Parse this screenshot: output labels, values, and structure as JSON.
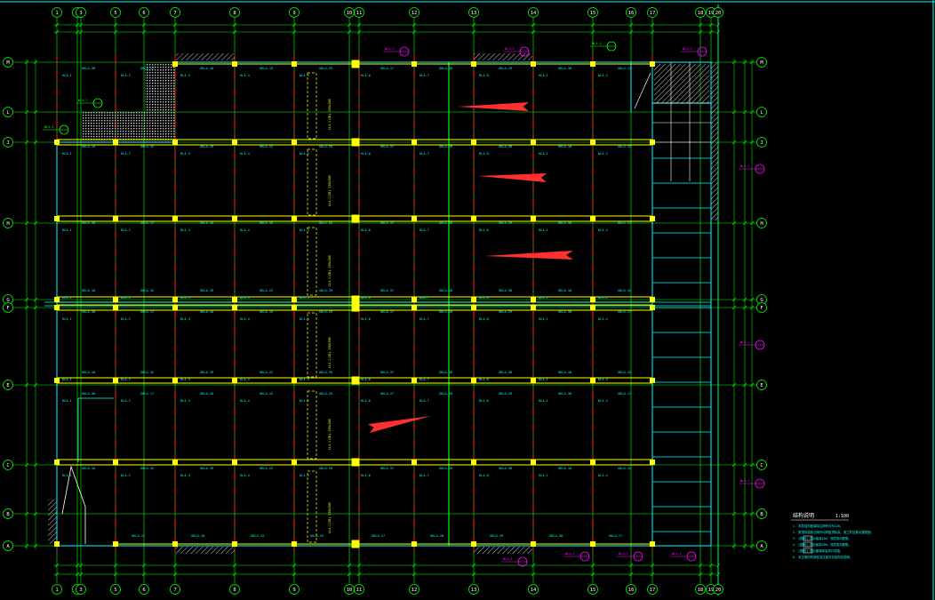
{
  "drawing": {
    "colors": {
      "background": "#000000",
      "axis_line": "#00ff00",
      "column_line": "#ff2020",
      "beam": "#ffff00",
      "column": "#ffff00",
      "frame": "#00ffff",
      "beam_tag": "#00ffff",
      "tag_pink": "#ff00ff",
      "arrow": "#ff3030",
      "bubble_text": "#ffffff",
      "hatch": "#c8c8c8"
    },
    "x_axis_labels": [
      "1",
      "2",
      "3",
      "5",
      "6",
      "7",
      "8",
      "9",
      "10",
      "11",
      "12",
      "13",
      "14",
      "15",
      "16",
      "17",
      "18",
      "19",
      "20"
    ],
    "y_axis_labels": [
      "M",
      "L",
      "J",
      "H",
      "G",
      "F",
      "E",
      "C",
      "B",
      "A"
    ],
    "beam_tags_top": [
      "GKL4-30",
      "GKL4-17",
      "GKL4-16",
      "GKL4-15",
      "GKL4-25",
      "GKL4-17",
      "GKL4-20",
      "GKL4-29"
    ],
    "beam_tags_alt": [
      "GKL4-18",
      "GKL4-32",
      "GKL4-19",
      "GKL4-22",
      "GKL4-35",
      "GKL4-37",
      "GKL4-28",
      "GKL4-36"
    ],
    "beam_tags_left": [
      "KL4-1",
      "KL4-2",
      "KL4-3",
      "KL4-4",
      "KL4-5",
      "KL4-6",
      "KL4-7",
      "KL4-8"
    ],
    "stair_label": "LL4-1(2B)  250x500",
    "section_tag": "WL4-1",
    "notes": {
      "title": "结构说明",
      "scale": "1:100",
      "lines": [
        "1. 本层结构板厚除注明外均为120。",
        "2. 梁顶标高除注明外均同板顶标高，施工时应核对建筑图。",
        "3. [图例] 表示板厚150，双层双向配筋。",
        "4. [图例] 表示板厚200，双层双向配筋。",
        "5. [图例] 表示楼梯间及洞口范围。",
        "6. 未注明的构造柱及过梁详见结构总说明。"
      ]
    }
  }
}
